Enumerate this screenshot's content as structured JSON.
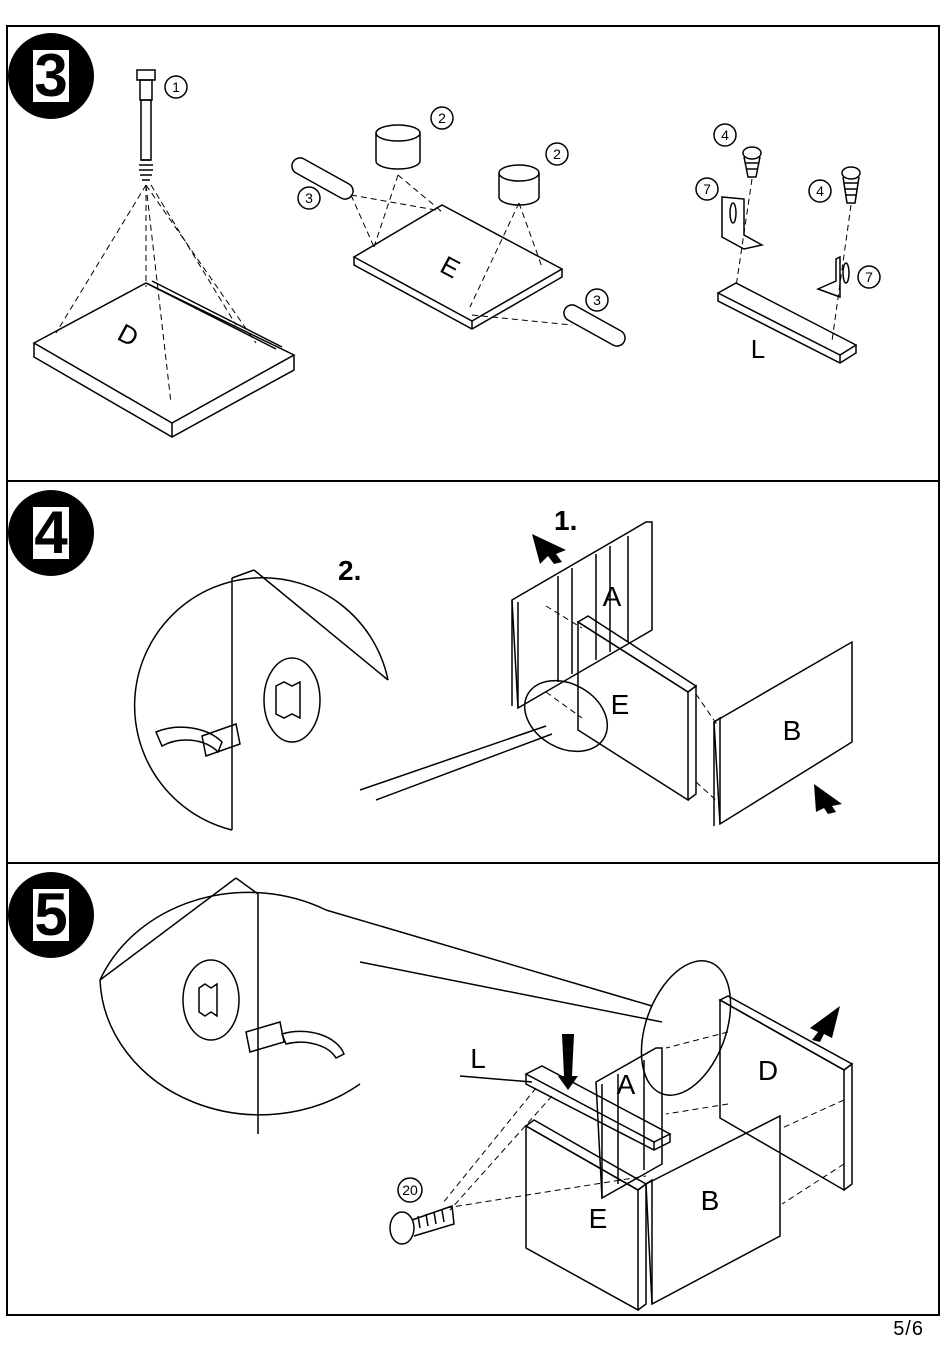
{
  "steps": {
    "step3": {
      "number": "3",
      "panels": {
        "D": "D",
        "E": "E",
        "L": "L"
      },
      "callouts": {
        "c1": "1",
        "c2a": "2",
        "c2b": "2",
        "c3a": "3",
        "c3b": "3",
        "c4a": "4",
        "c4b": "4",
        "c7a": "7",
        "c7b": "7"
      }
    },
    "step4": {
      "number": "4",
      "order_label_1": "1.",
      "order_label_2": "2.",
      "panels": {
        "A": "A",
        "E": "E",
        "B": "B"
      }
    },
    "step5": {
      "number": "5",
      "panels": {
        "A": "A",
        "D": "D",
        "E": "E",
        "B": "B",
        "L": "L"
      },
      "callouts": {
        "c20": "20"
      }
    }
  },
  "footer": {
    "page": "5/6"
  }
}
